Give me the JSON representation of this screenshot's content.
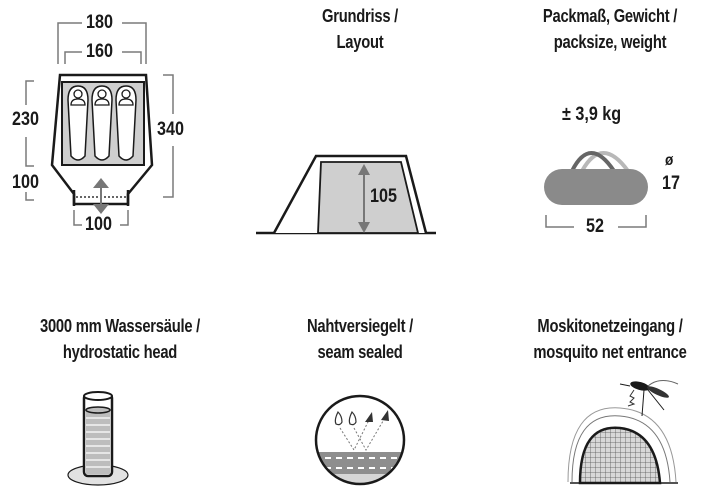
{
  "floorplan": {
    "width_outer": "180",
    "width_inner": "160",
    "length_inner": "230",
    "length_vestibule": "100",
    "length_total": "340",
    "entrance_width": "100",
    "persons": 3
  },
  "layout": {
    "title_line1": "Grundriss /",
    "title_line2": "Layout",
    "height": "105"
  },
  "packsize": {
    "title_line1": "Packmaß, Gewicht /",
    "title_line2": "packsize, weight",
    "weight": "± 3,9 kg",
    "diameter_symbol": "ø",
    "diameter": "17",
    "length": "52"
  },
  "hydrostatic": {
    "title_line1": "3000 mm Wassersäule /",
    "title_line2": "hydrostatic head"
  },
  "seam": {
    "title_line1": "Nahtversiegelt /",
    "title_line2": "seam sealed"
  },
  "mosquito": {
    "title_line1": "Moskitonetzeingang /",
    "title_line2": "mosquito net entrance"
  },
  "colors": {
    "line": "#1a1a1a",
    "fill_gray": "#c8c8c8",
    "bag_gray": "#8a8a8a",
    "dim_gray": "#7a7a7a"
  }
}
